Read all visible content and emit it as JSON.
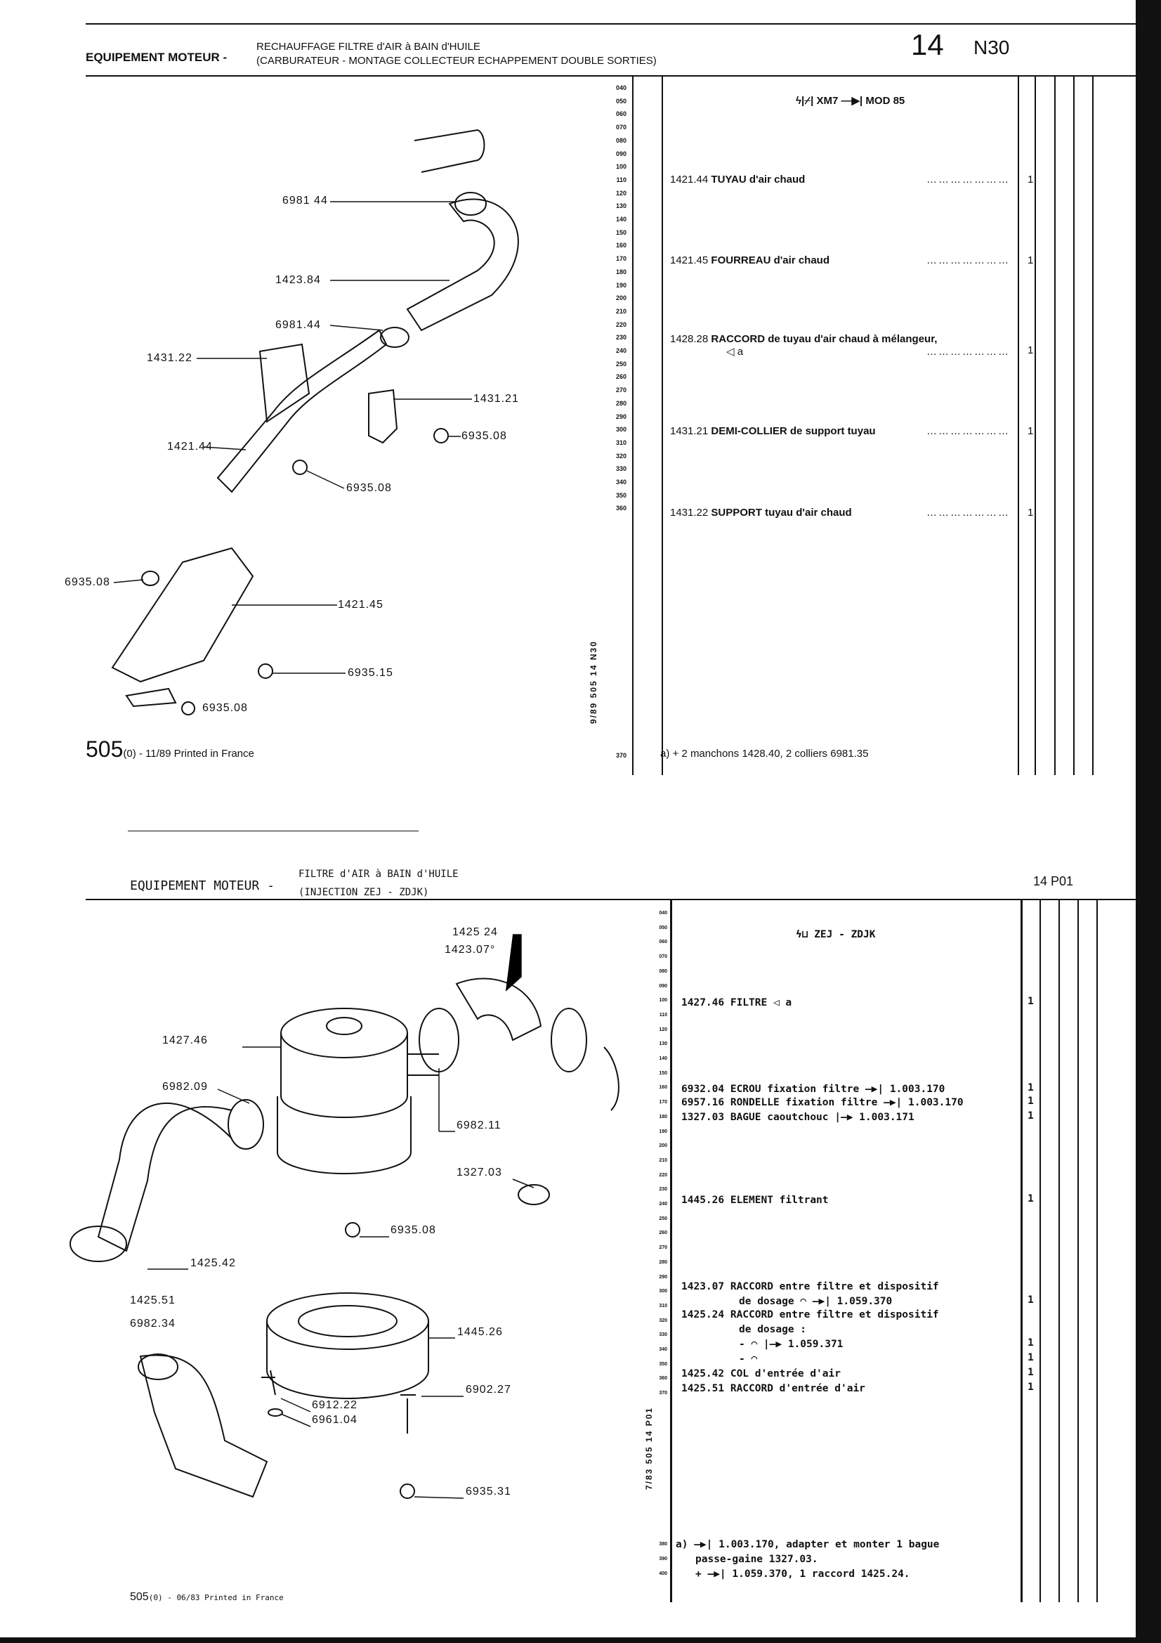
{
  "top": {
    "section": "EQUIPEMENT MOTEUR -",
    "title_line1": "RECHAUFFAGE FILTRE d'AIR à BAIN d'HUILE",
    "title_line2": "(CARBURATEUR - MONTAGE COLLECTEUR ECHAPPEMENT DOUBLE SORTIES)",
    "group": "14",
    "page": "N30",
    "applicability": "ϟ|⌿| XM7 —▶| MOD 85",
    "row_numbers": [
      "040",
      "050",
      "060",
      "070",
      "080",
      "090",
      "100",
      "110",
      "120",
      "130",
      "140",
      "150",
      "160",
      "170",
      "180",
      "190",
      "200",
      "210",
      "220",
      "230",
      "240",
      "250",
      "260",
      "270",
      "280",
      "290",
      "300",
      "310",
      "320",
      "330",
      "340",
      "350",
      "360"
    ],
    "footer_row_number": "370",
    "entries": [
      {
        "ref": "1421.44",
        "text": "TUYAU d'air chaud",
        "qty": "1"
      },
      {
        "ref": "1421.45",
        "text": "FOURREAU d'air chaud",
        "qty": "1"
      },
      {
        "ref": "1428.28",
        "text": "RACCORD de tuyau d'air chaud à mélangeur,",
        "sub": "◁ a",
        "qty": "1"
      },
      {
        "ref": "1431.21",
        "text": "DEMI-COLLIER de support tuyau",
        "qty": "1"
      },
      {
        "ref": "1431.22",
        "text": "SUPPORT tuyau d'air chaud",
        "qty": "1"
      }
    ],
    "footnote": "a) + 2 manchons 1428.40, 2 colliers 6981.35",
    "vertical_code": "9/89    505  14 N30",
    "footer_model": "505",
    "footer_text": "(0) - 11/89 Printed in France",
    "callouts": [
      "6981 44",
      "1423.84",
      "6981.44",
      "1431.22",
      "1431.21",
      "6935.08",
      "1421.44",
      "6935.08",
      "6935.08",
      "1421.45",
      "6935.15",
      "6935.08"
    ]
  },
  "bottom": {
    "section": "EQUIPEMENT MOTEUR -",
    "title_line1": "FILTRE d'AIR à BAIN d'HUILE",
    "title_line2": "(INJECTION ZEJ - ZDJK)",
    "page": "14 P01",
    "applicability": "ϟ⊔ ZEJ - ZDJK",
    "row_numbers": [
      "040",
      "050",
      "060",
      "070",
      "080",
      "090",
      "100",
      "110",
      "120",
      "130",
      "140",
      "150",
      "160",
      "170",
      "180",
      "190",
      "200",
      "210",
      "220",
      "230",
      "240",
      "250",
      "260",
      "270",
      "280",
      "290",
      "300",
      "310",
      "320",
      "330",
      "340",
      "350",
      "360",
      "370"
    ],
    "footer_row_numbers": [
      "380",
      "390",
      "400"
    ],
    "entries": [
      {
        "ref": "1427.46",
        "text": "FILTRE ◁ a",
        "qty": "1"
      },
      {
        "ref": "6932.04",
        "text": "ECROU fixation filtre —▶| 1.003.170",
        "qty": "1"
      },
      {
        "ref": "6957.16",
        "text": "RONDELLE fixation filtre —▶| 1.003.170",
        "qty": "1"
      },
      {
        "ref": "1327.03",
        "text": "BAGUE caoutchouc |—▶ 1.003.171",
        "qty": "1"
      },
      {
        "ref": "1445.26",
        "text": "ELEMENT filtrant",
        "qty": "1"
      },
      {
        "ref": "1423.07",
        "text": "RACCORD entre filtre et dispositif",
        "sub": "de dosage ◠ —▶| 1.059.370",
        "qty": "1"
      },
      {
        "ref": "1425.24",
        "text": "RACCORD entre filtre et dispositif",
        "sub": "de dosage :",
        "sub2": "- ◠ |—▶ 1.059.371",
        "qty2": "1",
        "sub3": "- ◠",
        "qty3": "1"
      },
      {
        "ref": "1425.42",
        "text": "COL d'entrée d'air",
        "qty": "1"
      },
      {
        "ref": "1425.51",
        "text": "RACCORD d'entrée d'air",
        "qty": "1"
      }
    ],
    "footnote": [
      "a) —▶| 1.003.170, adapter et monter 1 bague",
      "passe-gaine 1327.03.",
      "+ —▶| 1.059.370, 1 raccord 1425.24."
    ],
    "vertical_code": "7/83    505    14 P01",
    "footer_model": "505",
    "footer_text": "(0) - 06/83 Printed in France",
    "callouts": [
      "1425 24",
      "1423.07°",
      "1427.46",
      "6982.09",
      "6982.11",
      "1327.03",
      "6935.08",
      "1425.42",
      "1425.51",
      "6982.34",
      "1445.26",
      "6902.27",
      "6912.22",
      "6961.04",
      "6935.31"
    ]
  }
}
